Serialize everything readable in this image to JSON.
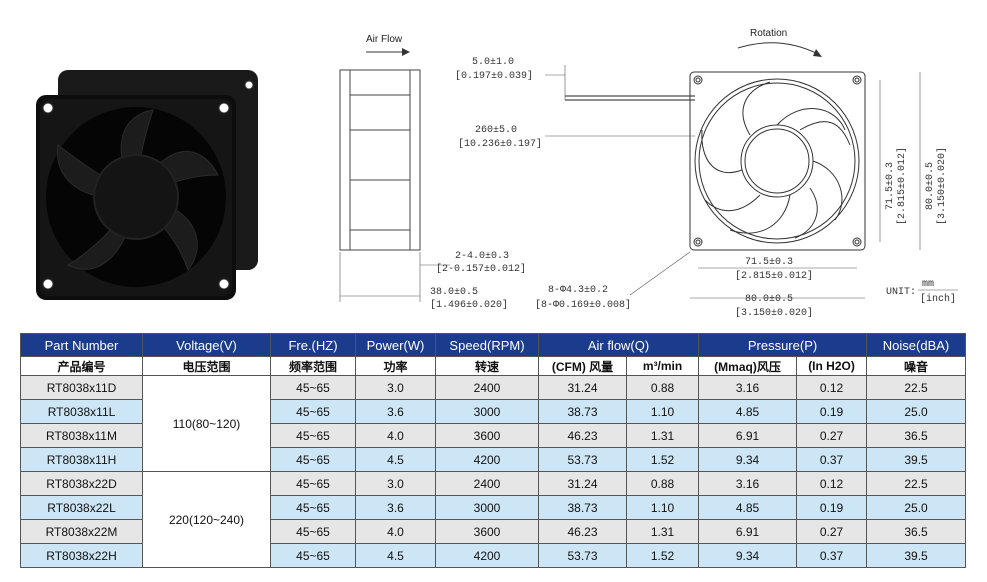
{
  "drawing": {
    "airflow_label": "Air Flow",
    "rotation_label": "Rotation",
    "dims": {
      "wire_strip": "5.0±1.0",
      "wire_strip_in": "[0.197±0.039]",
      "wire_len": "260±5.0",
      "wire_len_in": "[10.236±0.197]",
      "screw": "2-4.0±0.3",
      "screw_in": "[2-0.157±0.012]",
      "depth": "38.0±0.5",
      "depth_in": "[1.496±0.020]",
      "holes": "8-Φ4.3±0.2",
      "holes_in": "[8-Φ0.169±0.008]",
      "pitch_h": "71.5±0.3",
      "pitch_h_in": "[2.815±0.012]",
      "width": "80.0±0.5",
      "width_in": "[3.150±0.020]",
      "pitch_v": "71.5±0.3",
      "pitch_v_in": "[2.815±0.012]",
      "height": "80.0±0.5",
      "height_in": "[3.150±0.020]"
    },
    "unit_label": "UNIT:",
    "unit_mm": "mm",
    "unit_inch": "[inch]"
  },
  "table": {
    "headers_en": [
      "Part Number",
      "Voltage(V)",
      "Fre.(HZ)",
      "Power(W)",
      "Speed(RPM)",
      "Air flow(Q)",
      "Pressure(P)",
      "Noise(dBA)"
    ],
    "headers_cn": [
      "产品编号",
      "电压范围",
      "频率范围",
      "功率",
      "转速",
      "(CFM) 风量",
      "m³/min",
      "(Mmaq)风压",
      "(In H2O)",
      "噪音"
    ],
    "voltage_groups": [
      "110(80~120)",
      "220(120~240)"
    ],
    "rows": [
      {
        "part": "RT8038x11D",
        "freq": "45~65",
        "power": "3.0",
        "speed": "2400",
        "cfm": "31.24",
        "m3": "0.88",
        "mmaq": "3.16",
        "inh2o": "0.12",
        "noise": "22.5"
      },
      {
        "part": "RT8038x11L",
        "freq": "45~65",
        "power": "3.6",
        "speed": "3000",
        "cfm": "38.73",
        "m3": "1.10",
        "mmaq": "4.85",
        "inh2o": "0.19",
        "noise": "25.0"
      },
      {
        "part": "RT8038x11M",
        "freq": "45~65",
        "power": "4.0",
        "speed": "3600",
        "cfm": "46.23",
        "m3": "1.31",
        "mmaq": "6.91",
        "inh2o": "0.27",
        "noise": "36.5"
      },
      {
        "part": "RT8038x11H",
        "freq": "45~65",
        "power": "4.5",
        "speed": "4200",
        "cfm": "53.73",
        "m3": "1.52",
        "mmaq": "9.34",
        "inh2o": "0.37",
        "noise": "39.5"
      },
      {
        "part": "RT8038x22D",
        "freq": "45~65",
        "power": "3.0",
        "speed": "2400",
        "cfm": "31.24",
        "m3": "0.88",
        "mmaq": "3.16",
        "inh2o": "0.12",
        "noise": "22.5"
      },
      {
        "part": "RT8038x22L",
        "freq": "45~65",
        "power": "3.6",
        "speed": "3000",
        "cfm": "38.73",
        "m3": "1.10",
        "mmaq": "4.85",
        "inh2o": "0.19",
        "noise": "25.0"
      },
      {
        "part": "RT8038x22M",
        "freq": "45~65",
        "power": "4.0",
        "speed": "3600",
        "cfm": "46.23",
        "m3": "1.31",
        "mmaq": "6.91",
        "inh2o": "0.27",
        "noise": "36.5"
      },
      {
        "part": "RT8038x22H",
        "freq": "45~65",
        "power": "4.5",
        "speed": "4200",
        "cfm": "53.73",
        "m3": "1.52",
        "mmaq": "9.34",
        "inh2o": "0.37",
        "noise": "39.5"
      }
    ]
  },
  "colors": {
    "header_bg": "#1b3c8c",
    "row_grey": "#e6e6e6",
    "row_blue": "#cde6f6"
  }
}
